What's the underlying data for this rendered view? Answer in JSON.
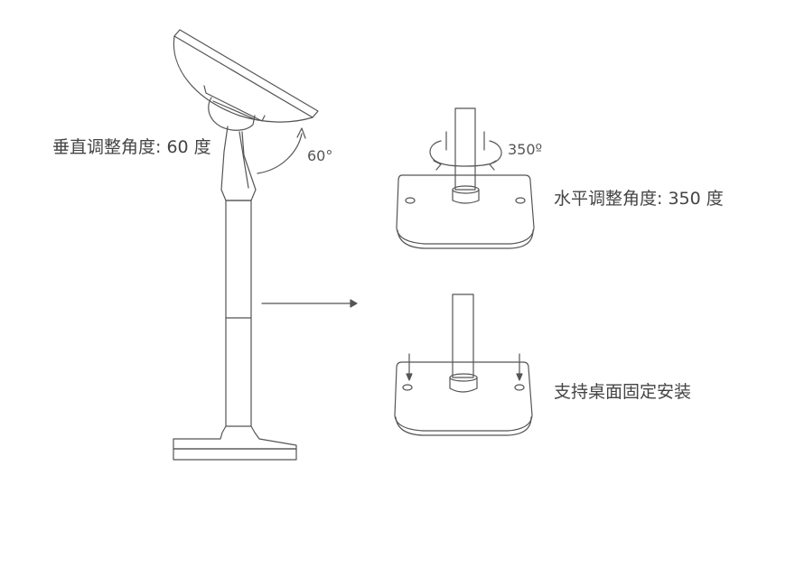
{
  "labels": {
    "vertical_adjust": "垂直调整角度: 60 度",
    "vertical_angle": "60°",
    "horizontal_angle": "350º",
    "horizontal_adjust": "水平调整角度: 350 度",
    "desk_mount": "支持桌面固定安装"
  },
  "colors": {
    "stroke": "#555555",
    "text": "#444444"
  }
}
